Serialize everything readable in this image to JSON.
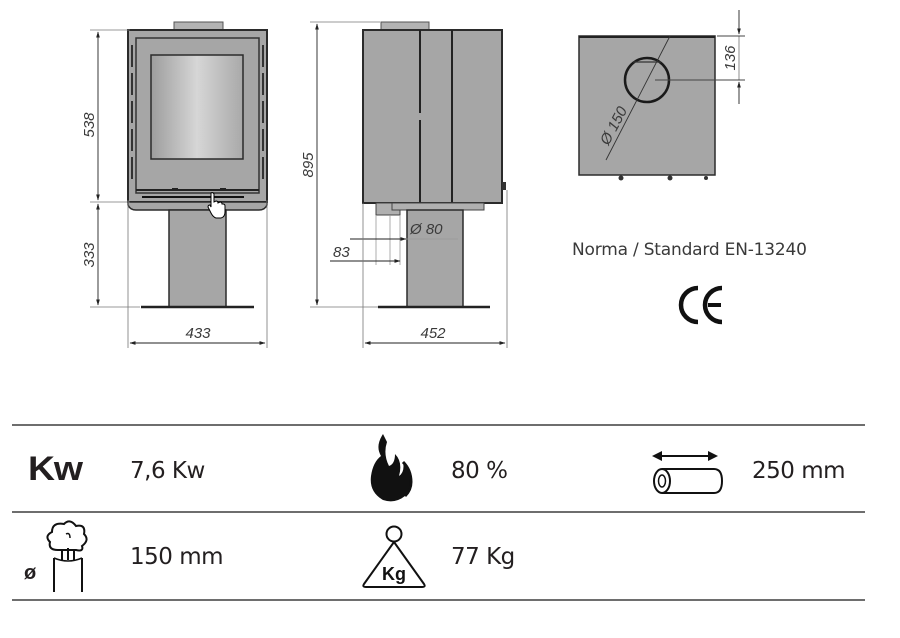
{
  "drawings": {
    "front_view": {
      "dimensions": {
        "body_height": "538",
        "stand_height": "333",
        "width": "433"
      }
    },
    "side_view": {
      "dimensions": {
        "total_height": "895",
        "air_inlet_diameter": "Ø 80",
        "air_inlet_offset": "83",
        "depth": "452"
      }
    },
    "top_view": {
      "dimensions": {
        "flue_offset": "136",
        "flue_diameter": "Ø 150"
      }
    }
  },
  "certification": {
    "standard": "Norma / Standard EN-13240",
    "mark": "CE"
  },
  "specs": {
    "power": {
      "icon": "kw-icon",
      "label": "Kw",
      "value": "7,6 Kw"
    },
    "efficiency": {
      "icon": "flame-icon",
      "value": "80 %"
    },
    "log_length": {
      "icon": "log-length-icon",
      "value": "250 mm"
    },
    "flue_diameter": {
      "icon": "flue-smoke-icon",
      "prefix": "ø",
      "value": "150 mm"
    },
    "weight": {
      "icon": "weight-kg-icon",
      "label": "Kg",
      "value": "77 Kg"
    }
  },
  "colors": {
    "stove_body": "#a6a6a6",
    "outline": "#2b2b2b",
    "text": "#231f20",
    "rule": "#6e6e6e"
  }
}
